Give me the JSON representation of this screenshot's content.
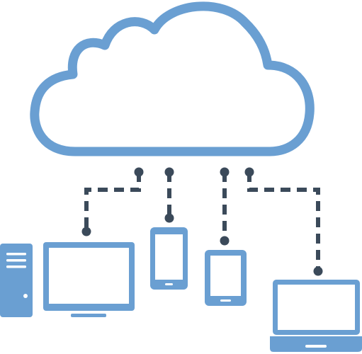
{
  "colors": {
    "cloud_stroke": "#6a9fd2",
    "device": "#6a9fd2",
    "device_screen": "#ffffff",
    "connector": "#3b4a5a",
    "background": "#ffffff"
  },
  "icons": {
    "cloud": "cloud-icon",
    "tower": "desktop-tower-icon",
    "monitor": "monitor-icon",
    "phone": "smartphone-icon",
    "tablet": "tablet-icon",
    "laptop": "laptop-icon"
  },
  "diagram": {
    "nodes": [
      "cloud",
      "desktop",
      "smartphone",
      "tablet",
      "laptop"
    ],
    "edges": [
      {
        "from": "cloud",
        "to": "desktop"
      },
      {
        "from": "cloud",
        "to": "smartphone"
      },
      {
        "from": "cloud",
        "to": "tablet"
      },
      {
        "from": "cloud",
        "to": "laptop"
      }
    ]
  }
}
